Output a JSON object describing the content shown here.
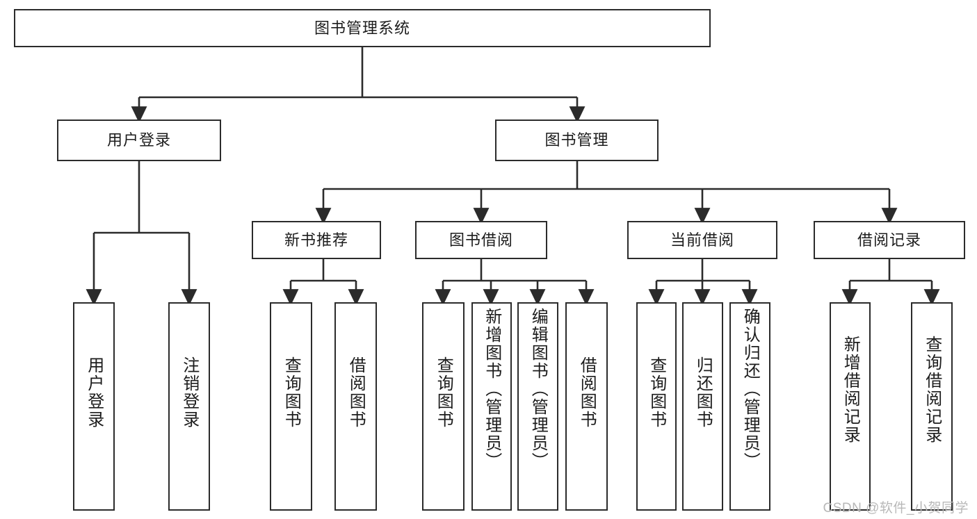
{
  "diagram": {
    "title": "图书管理系统",
    "type": "tree-hierarchy-chart",
    "colors": {
      "box_border": "#2b2b2b",
      "box_fill": "#ffffff",
      "connector": "#333333",
      "background": "#ffffff",
      "watermark": "#b8b8b8"
    },
    "root": {
      "label": "图书管理系统"
    },
    "level2": [
      {
        "label": "用户登录"
      },
      {
        "label": "图书管理"
      }
    ],
    "level3": [
      {
        "label": "新书推荐"
      },
      {
        "label": "图书借阅"
      },
      {
        "label": "当前借阅"
      },
      {
        "label": "借阅记录"
      }
    ],
    "leaves": {
      "user_login": [
        {
          "label": "用户登录"
        },
        {
          "label": "注销登录"
        }
      ],
      "new_book_recommend": [
        {
          "label": "查询图书"
        },
        {
          "label": "借阅图书"
        }
      ],
      "book_borrow": [
        {
          "label": "查询图书"
        },
        {
          "label": "新增图书（管理员）"
        },
        {
          "label": "编辑图书（管理员）"
        },
        {
          "label": "借阅图书"
        }
      ],
      "current_borrow": [
        {
          "label": "查询图书"
        },
        {
          "label": "归还图书"
        },
        {
          "label": "确认归还（管理员）"
        }
      ],
      "borrow_record": [
        {
          "label": "新增借阅记录"
        },
        {
          "label": "查询借阅记录"
        }
      ]
    }
  },
  "watermark": {
    "text": "CSDN @软件_小贺同学"
  }
}
